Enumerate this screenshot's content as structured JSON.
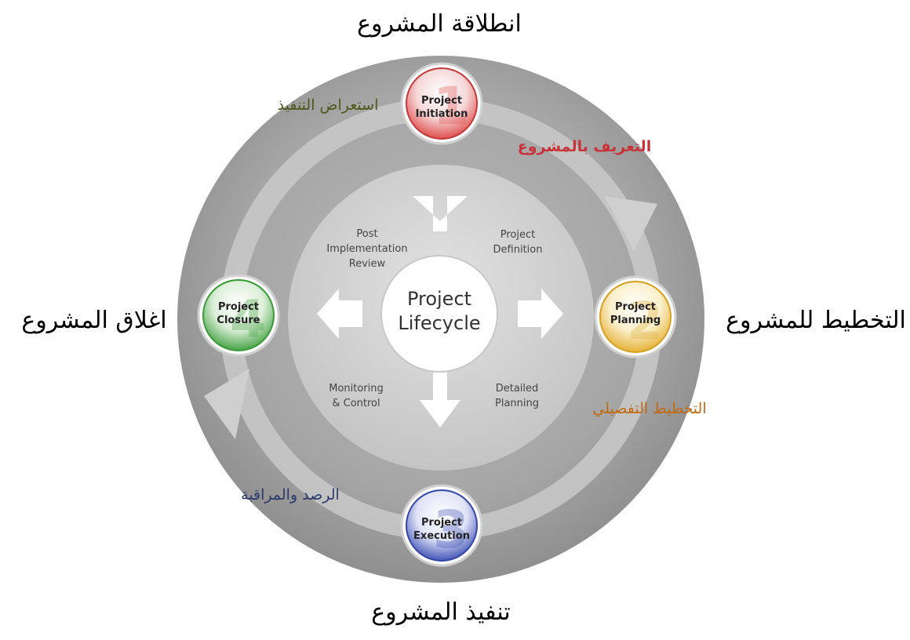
{
  "diagram": {
    "center": {
      "line1": "Project",
      "line2": "Lifecycle"
    },
    "phases": [
      {
        "id": "initiation",
        "line1": "Project",
        "line2": "Initiation",
        "numeral": "1",
        "color": "#d63a3a"
      },
      {
        "id": "planning",
        "line1": "Project",
        "line2": "Planning",
        "numeral": "2",
        "color": "#e0b030"
      },
      {
        "id": "execution",
        "line1": "Project",
        "line2": "Execution",
        "numeral": "3",
        "color": "#3b4db0"
      },
      {
        "id": "closure",
        "line1": "Project",
        "line2": "Closure",
        "numeral": "4",
        "color": "#3f9a3f"
      }
    ],
    "inner_labels": [
      {
        "id": "definition",
        "lines": [
          "Project",
          "Definition"
        ]
      },
      {
        "id": "detailed",
        "lines": [
          "Detailed",
          "Planning"
        ]
      },
      {
        "id": "monitoring",
        "lines": [
          "Monitoring",
          "& Control"
        ]
      },
      {
        "id": "post",
        "lines": [
          "Post",
          "Implementation",
          "Review"
        ]
      }
    ]
  },
  "annotations": {
    "outer_top": "انطلاقة المشروع",
    "outer_right": "التخطيط للمشروع",
    "outer_bottom": "تنفيذ المشروع",
    "outer_left": "اغلاق المشروع",
    "review": "استعراض التنفيذ",
    "definition": "التعريف بالمشروع",
    "detailed": "التخطيط التفصيلي",
    "monitoring": "الرصد والمراقبة"
  },
  "colors": {
    "review": "#4a5a1a",
    "definition": "#c8323a",
    "detailed": "#c06a10",
    "monitoring": "#2a3a6a"
  }
}
